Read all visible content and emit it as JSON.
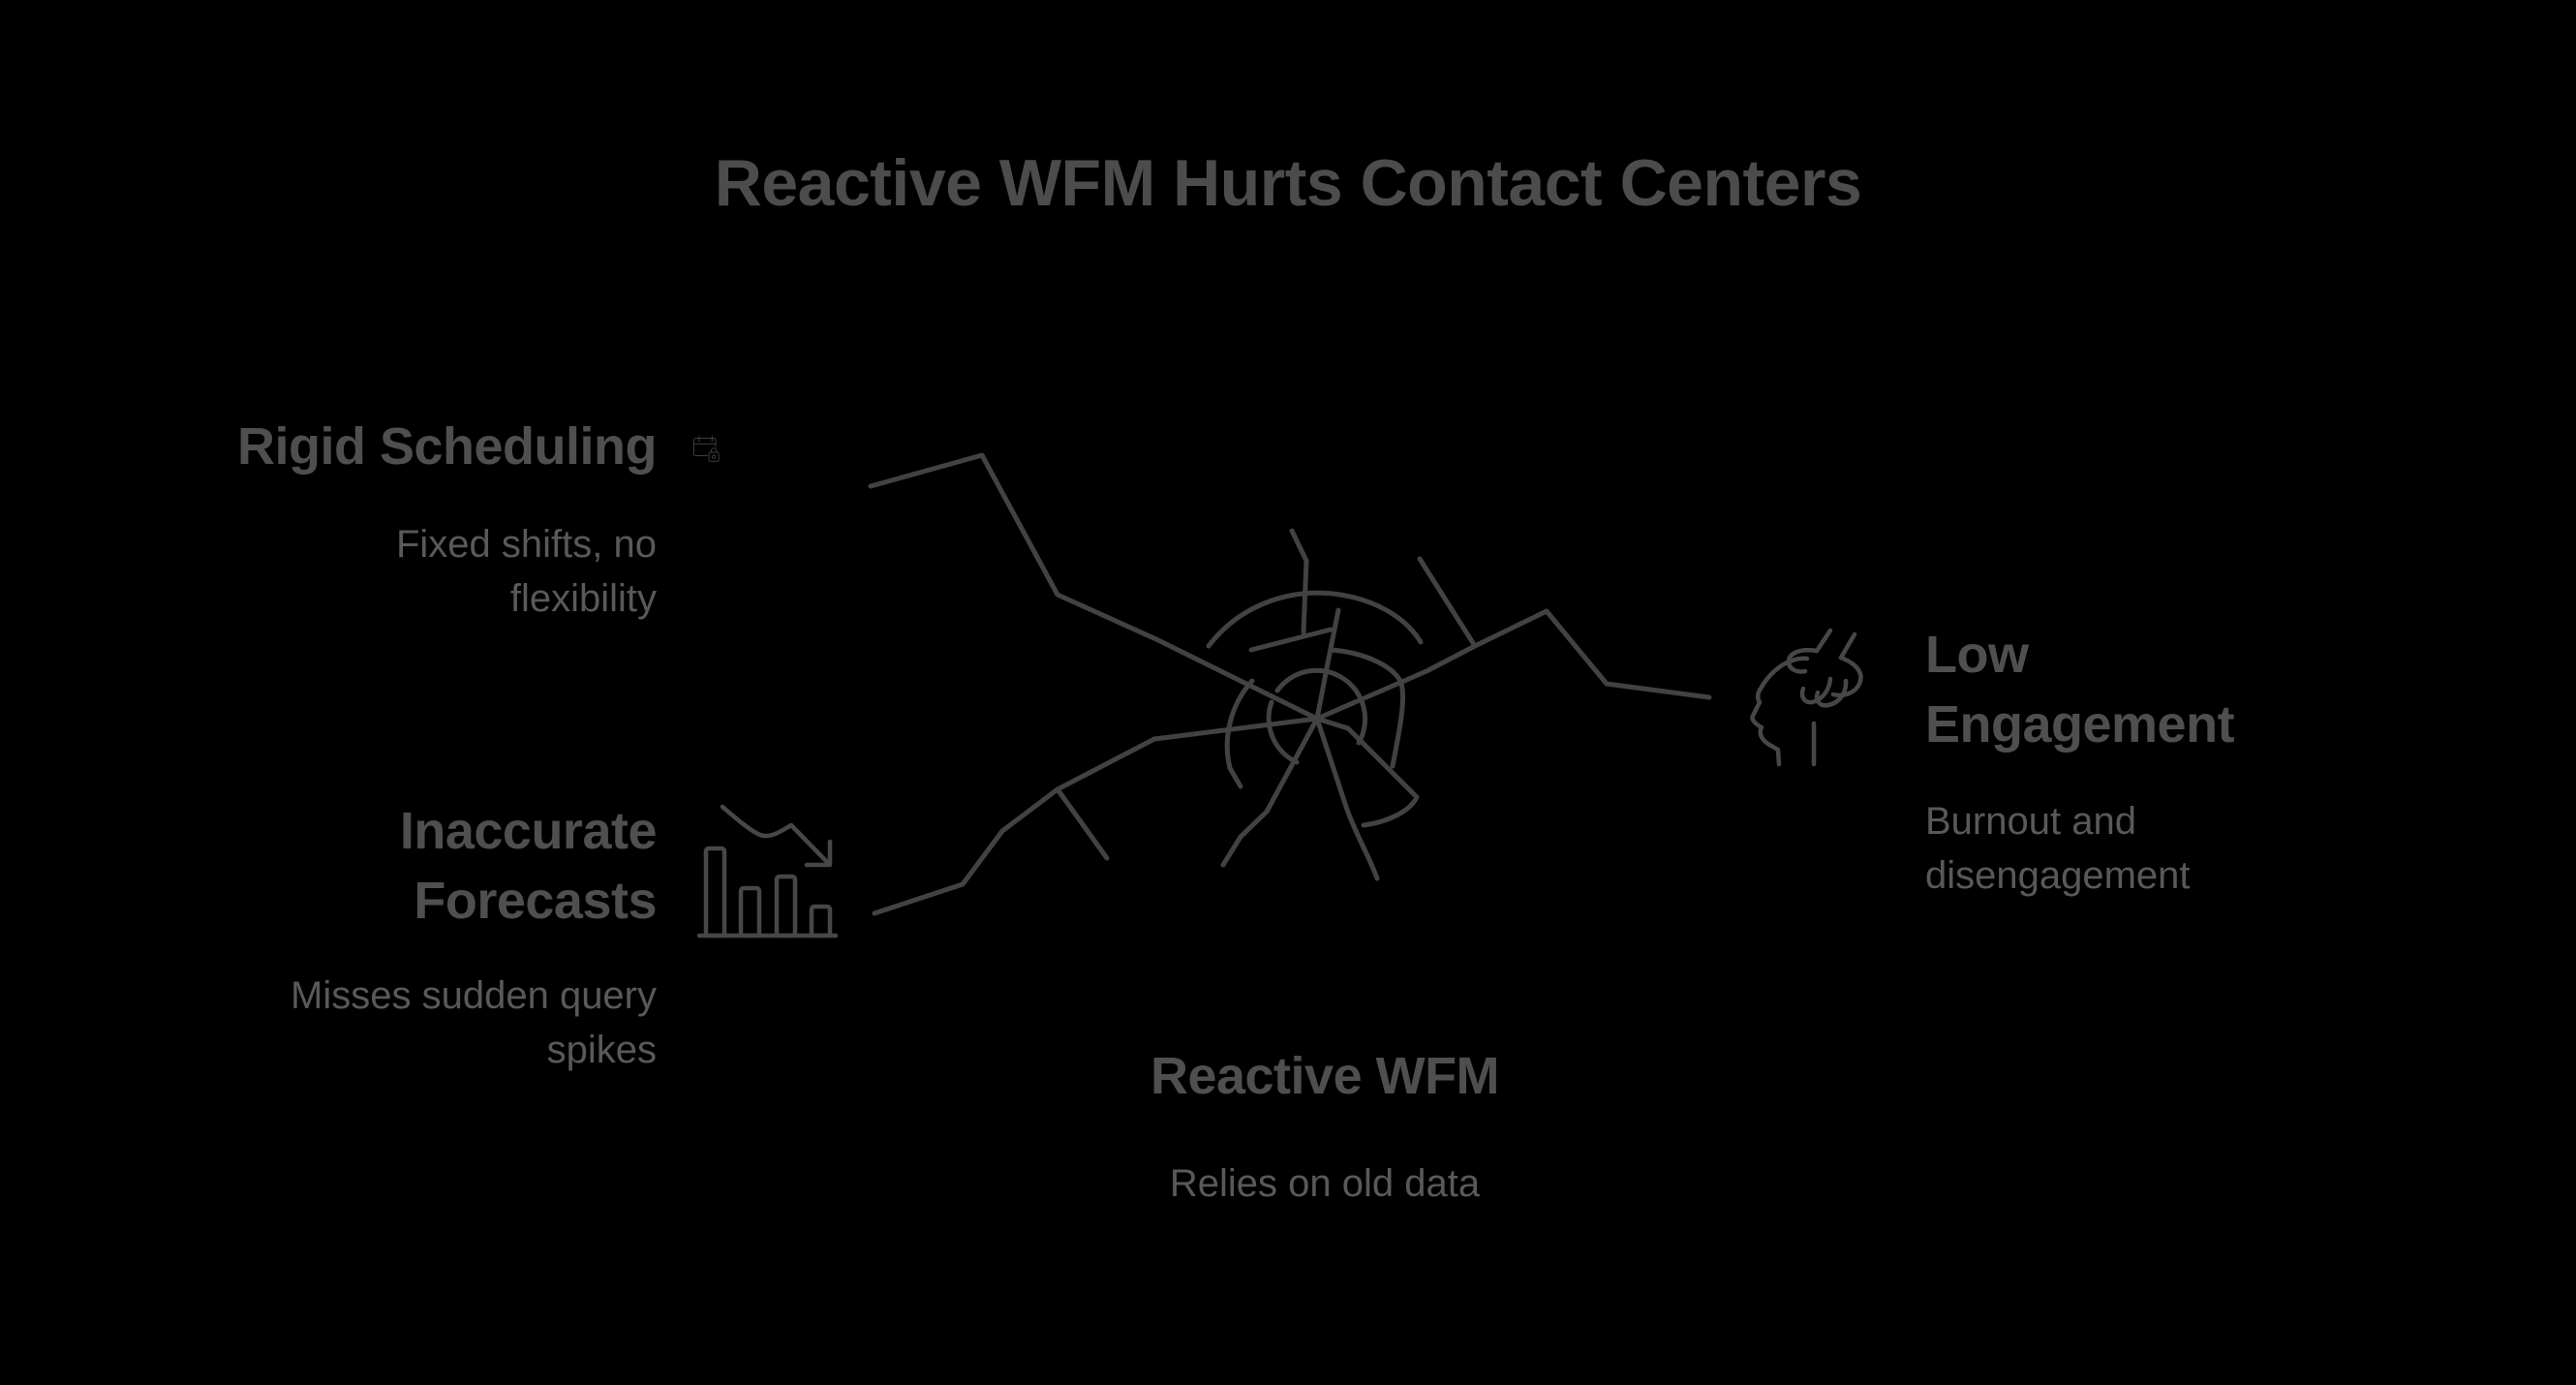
{
  "title": "Reactive WFM Hurts Contact Centers",
  "colors": {
    "background": "#000000",
    "title": "#4c4c4c",
    "heading": "#4f4f4f",
    "subtitle": "#595959",
    "web_line": "#424242",
    "icon_stroke": "#474747"
  },
  "nodes": {
    "rigid": {
      "heading": "Rigid Scheduling",
      "subtitle": "Fixed shifts, no flexibility",
      "icon": "calendar-lock-icon"
    },
    "inaccurate": {
      "heading": "Inaccurate Forecasts",
      "subtitle": "Misses sudden query spikes",
      "icon": "declining-bar-chart-icon"
    },
    "low_engagement": {
      "heading": "Low Engagement",
      "subtitle": "Burnout and disengagement",
      "icon": "hand-on-head-icon"
    },
    "reactive": {
      "heading": "Reactive WFM",
      "subtitle": "Relies on old data",
      "icon": "tangled-web-graphic"
    }
  }
}
